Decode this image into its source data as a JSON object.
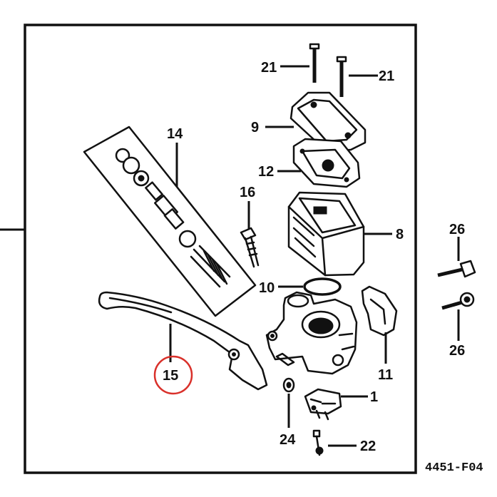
{
  "diagram": {
    "figure_code": "4451-F04",
    "highlight_color": "#d9302a",
    "parts": [
      {
        "id": "p1",
        "label": "1"
      },
      {
        "id": "p8",
        "label": "8"
      },
      {
        "id": "p9",
        "label": "9"
      },
      {
        "id": "p10",
        "label": "10"
      },
      {
        "id": "p11",
        "label": "11"
      },
      {
        "id": "p12",
        "label": "12"
      },
      {
        "id": "p14",
        "label": "14"
      },
      {
        "id": "p15",
        "label": "15",
        "highlighted": true
      },
      {
        "id": "p16",
        "label": "16"
      },
      {
        "id": "p21a",
        "label": "21"
      },
      {
        "id": "p21b",
        "label": "21"
      },
      {
        "id": "p22",
        "label": "22"
      },
      {
        "id": "p24",
        "label": "24"
      },
      {
        "id": "p26a",
        "label": "26"
      },
      {
        "id": "p26b",
        "label": "26"
      }
    ]
  }
}
